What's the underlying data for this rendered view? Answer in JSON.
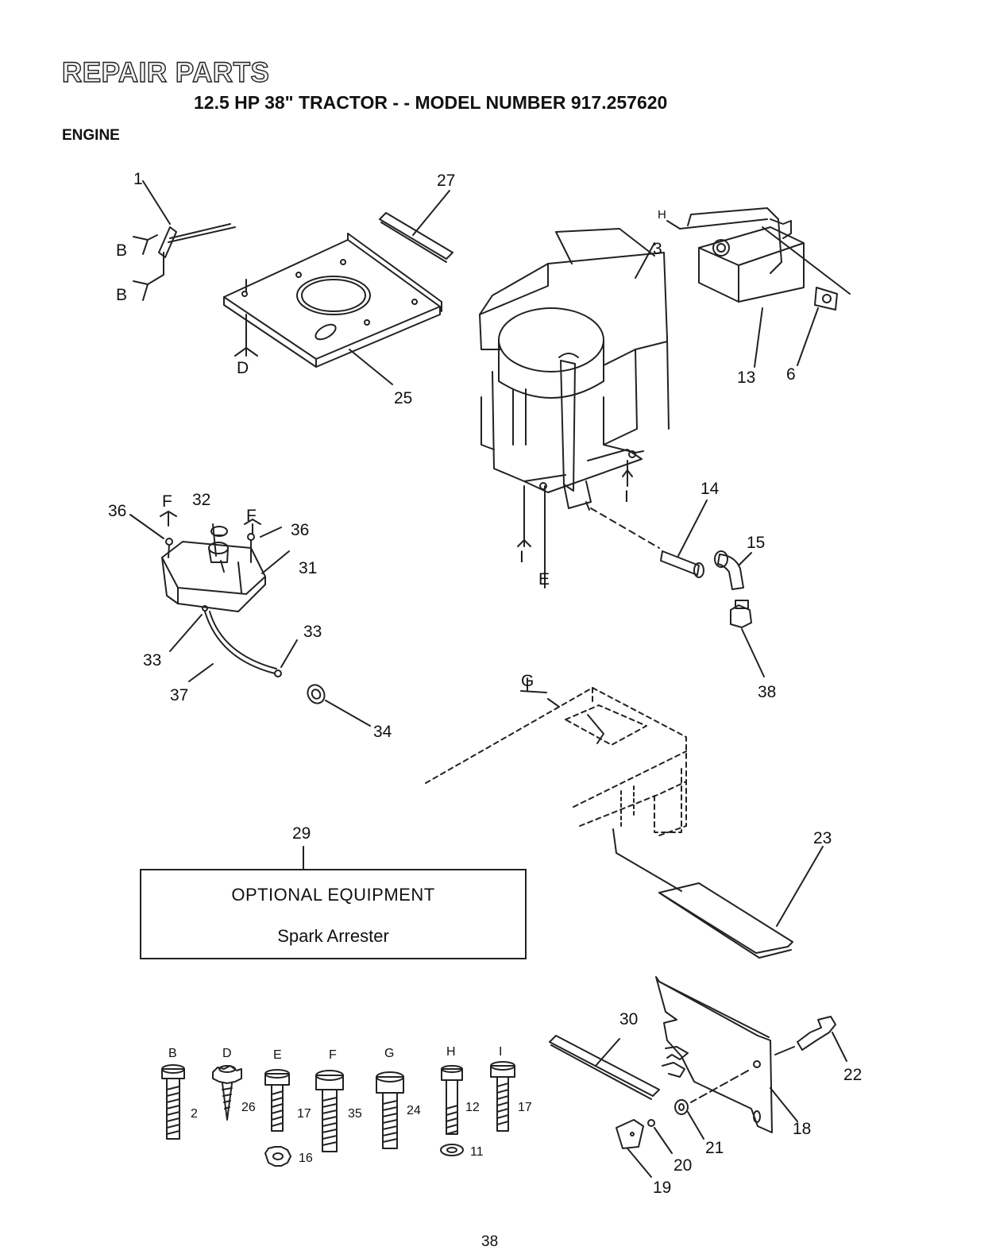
{
  "header": {
    "title": "REPAIR PARTS",
    "subtitle": "12.5 HP 38\" TRACTOR - - MODEL NUMBER 917.257620",
    "section": "ENGINE"
  },
  "optional_box": {
    "heading": "OPTIONAL EQUIPMENT",
    "item": "Spark Arrester"
  },
  "callouts": {
    "n1": "1",
    "n27": "27",
    "n3": "3",
    "n25": "25",
    "n13": "13",
    "n6": "6",
    "n14": "14",
    "n15": "15",
    "n32": "32",
    "n36a": "36",
    "n36b": "36",
    "n31": "31",
    "n33a": "33",
    "n33b": "33",
    "n37": "37",
    "n34": "34",
    "n38": "38",
    "n29": "29",
    "n23": "23",
    "n30": "30",
    "n22": "22",
    "n18": "18",
    "n21": "21",
    "n20": "20",
    "n19": "19"
  },
  "letters": {
    "B1": "B",
    "B2": "B",
    "D": "D",
    "H": "H",
    "F1": "F",
    "F2": "F",
    "I1": "I",
    "I2": "I",
    "E": "E",
    "G": "G"
  },
  "bolt_legend": [
    {
      "letter": "B",
      "part": "2"
    },
    {
      "letter": "D",
      "part": "26"
    },
    {
      "letter": "E",
      "part": "17",
      "washer": "16"
    },
    {
      "letter": "F",
      "part": "35"
    },
    {
      "letter": "G",
      "part": "24"
    },
    {
      "letter": "H",
      "part": "12",
      "washer": "11"
    },
    {
      "letter": "I",
      "part": "17"
    }
  ],
  "footer": {
    "page_number": "38"
  }
}
